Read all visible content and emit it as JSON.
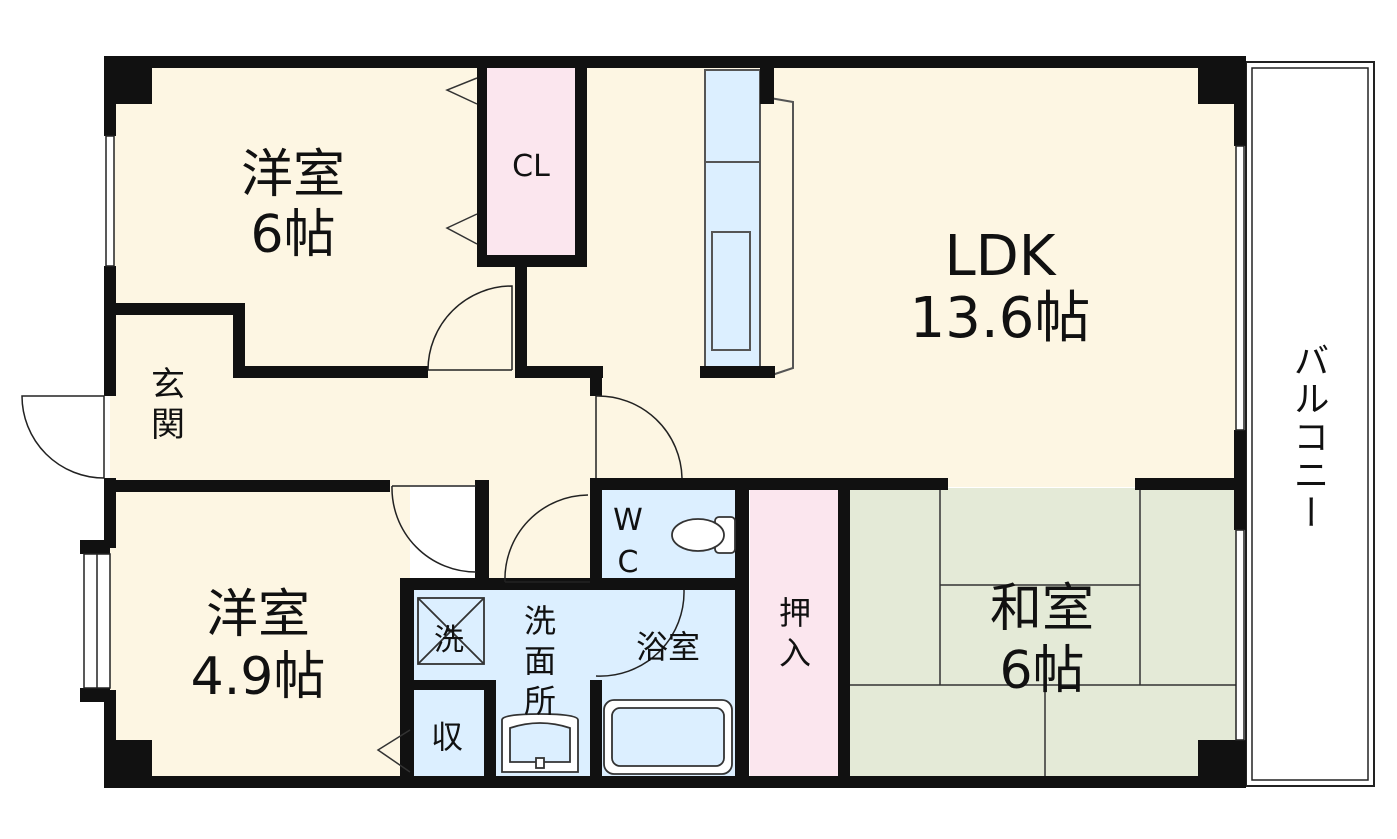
{
  "rooms": {
    "western_top": {
      "name": "洋室",
      "size": "6帖"
    },
    "ldk": {
      "name": "LDK",
      "size": "13.6帖"
    },
    "closet": {
      "name": "CL"
    },
    "entrance": {
      "name_line1": "玄",
      "name_line2": "関"
    },
    "western_bottom": {
      "name": "洋室",
      "size": "4.9帖"
    },
    "washroom": {
      "name_line1": "洗",
      "name_line2": "面",
      "name_line3": "所"
    },
    "washer": {
      "name": "洗"
    },
    "storage": {
      "name": "収"
    },
    "toilet": {
      "name_line1": "W",
      "name_line2": "C"
    },
    "bathroom": {
      "name": "浴室"
    },
    "oshiire": {
      "name_line1": "押",
      "name_line2": "入"
    },
    "japanese": {
      "name": "和室",
      "size": "6帖"
    },
    "balcony": {
      "name": "バルコニー"
    }
  },
  "colors": {
    "wall": "#111111",
    "floor_cream": "#fdf6e3",
    "closet_pink": "#fbe6ee",
    "wet_blue": "#dcefff",
    "tatami_green": "#e4ead7"
  }
}
